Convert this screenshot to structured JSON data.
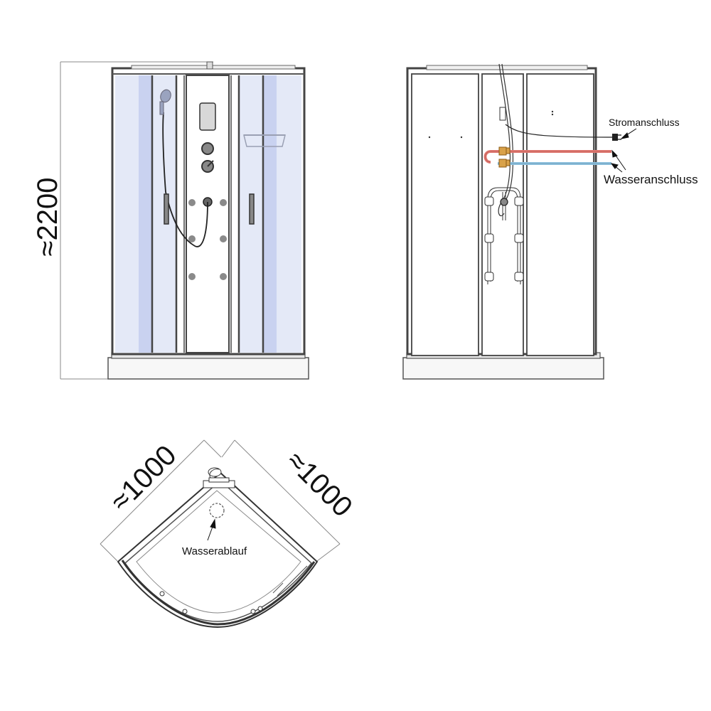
{
  "dimensions": {
    "height": "≈2200",
    "width_left": "≈1000",
    "width_right": "≈1000"
  },
  "labels": {
    "power": "Stromanschluss",
    "water": "Wasseranschluss",
    "drain": "Wasserablauf"
  },
  "colors": {
    "frame": "#555555",
    "glass_light": "#e4e9f7",
    "glass_mid": "#c9d2f0",
    "base": "#f7f7f7",
    "hot_pipe": "#e07a73",
    "cold_pipe": "#8fc2df",
    "fitting": "#d9a24a"
  }
}
